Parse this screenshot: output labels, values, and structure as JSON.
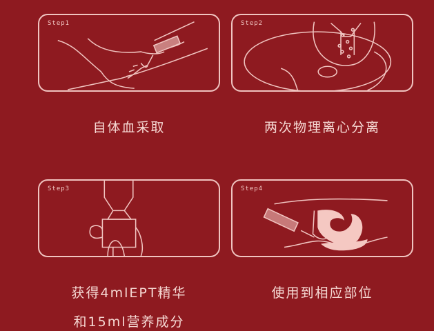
{
  "colors": {
    "background": "#8e1a20",
    "line": "#f0c4c0",
    "fill_pink": "#f5c8c2",
    "text": "#f6d9d4"
  },
  "steps": [
    {
      "label": "Step1",
      "caption": "自体血采取",
      "illustration": "arm-blood-draw-syringe"
    },
    {
      "label": "Step2",
      "caption": "两次物理离心分离",
      "illustration": "centrifuge-tube"
    },
    {
      "label": "Step3",
      "caption_line1": "获得4mlEPT精华",
      "caption_line2": "和15ml营养成分",
      "illustration": "hand-holding-separation-tube"
    },
    {
      "label": "Step4",
      "caption": "使用到相应部位",
      "illustration": "syringe-injection-anatomy"
    }
  ]
}
